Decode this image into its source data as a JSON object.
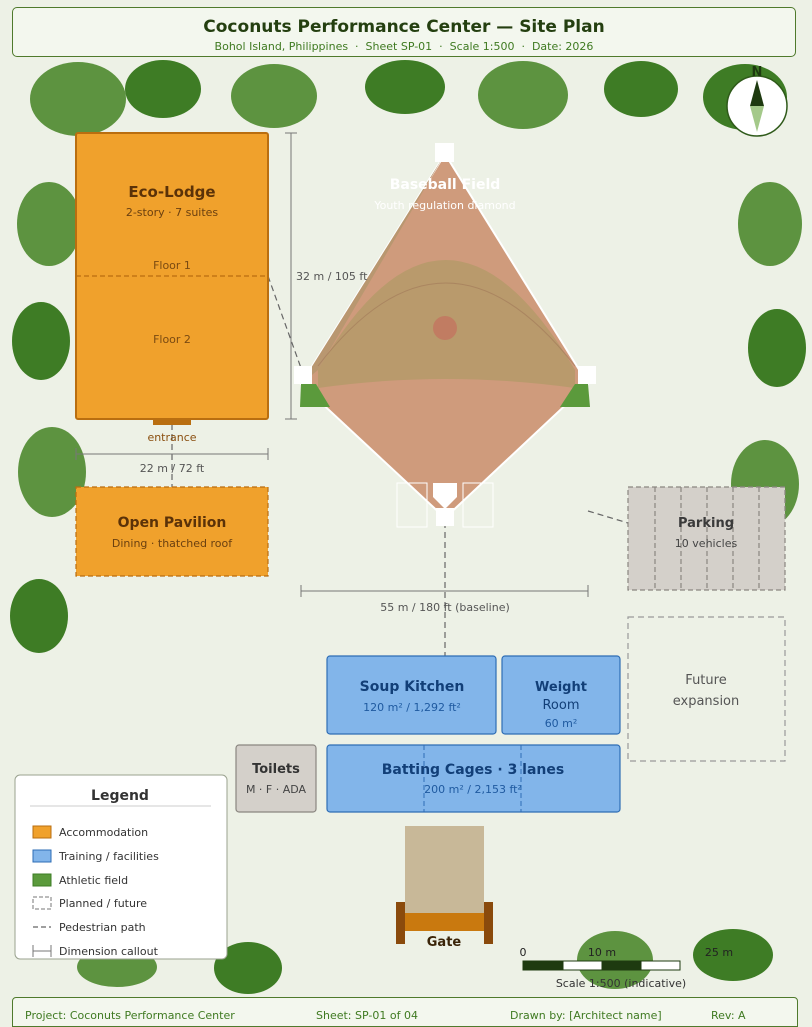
{
  "title": {
    "main": "Coconuts Performance Center — Site Plan",
    "sub": "Bohol Island, Philippines  ·  Sheet SP-01  ·  Scale 1:500  ·  Date: 2026"
  },
  "compass": {
    "label": "N"
  },
  "eco_lodge": {
    "name": "Eco-Lodge",
    "sub": "2-story · 7 suites",
    "floor_1": "Floor 1",
    "floor_2": "Floor 2",
    "entrance": "entrance",
    "dim_height": "32 m / 105 ft",
    "dim_width": "22 m / 72 ft"
  },
  "pavilion": {
    "name": "Open Pavilion",
    "sub": "Dining · thatched roof"
  },
  "baseball": {
    "name": "Baseball Field",
    "sub": "Youth regulation diamond",
    "dim_baseline": "55 m / 180 ft (baseline)"
  },
  "parking": {
    "name": "Parking",
    "sub": "10 vehicles"
  },
  "future": {
    "line1": "Future",
    "line2": "expansion"
  },
  "soup_kitchen": {
    "name": "Soup Kitchen",
    "area": "120 m² / 1,292 ft²"
  },
  "weight_room": {
    "line1": "Weight",
    "line2": "Room",
    "area": "60 m²"
  },
  "toilets": {
    "name": "Toilets",
    "sub": "M · F · ADA"
  },
  "batting_cages": {
    "name": "Batting Cages · 3 lanes",
    "area": "200 m² / 2,153 ft²"
  },
  "gate": {
    "label": "Gate"
  },
  "legend": {
    "title": "Legend",
    "items": [
      {
        "label": "Accommodation",
        "swatch": "accommodation"
      },
      {
        "label": "Training / facilities",
        "swatch": "training"
      },
      {
        "label": "Athletic field",
        "swatch": "field"
      },
      {
        "label": "Planned / future",
        "swatch": "planned"
      },
      {
        "label": "Pedestrian path",
        "swatch": "path"
      },
      {
        "label": "Dimension callout",
        "swatch": "dimension"
      }
    ]
  },
  "scale_bar": {
    "t0": "0",
    "t10": "10 m",
    "t25": "25 m",
    "caption": "Scale 1:500 (indicative)"
  },
  "footer": {
    "project": "Project: Coconuts Performance Center",
    "sheet": "Sheet: SP-01 of 04",
    "drawn_by": "Drawn by: [Architect name]",
    "rev": "Rev: A"
  },
  "colors": {
    "accommodation": "#f0a12c",
    "training": "#82b5ea",
    "field": "#5b9a3c",
    "infield": "#cf9b7c",
    "tree_dark": "#3e7c25",
    "tree_light": "#5d9340",
    "background": "#edf1e6"
  }
}
